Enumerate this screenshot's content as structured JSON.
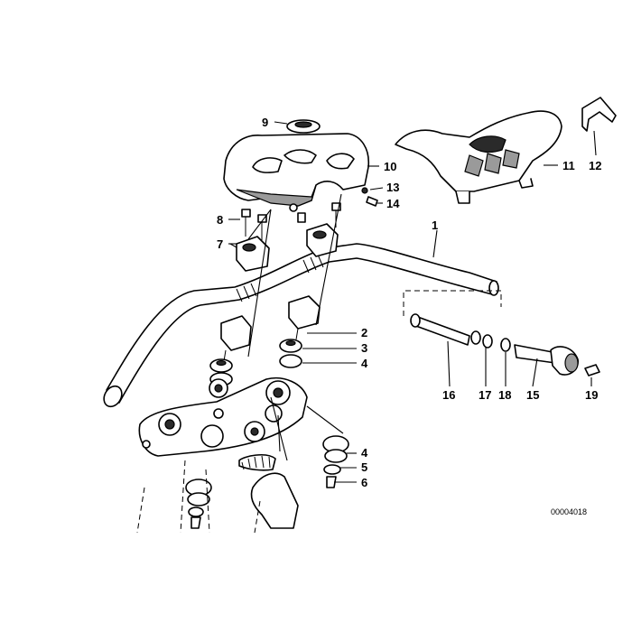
{
  "diagram": {
    "ref_number": "00004018",
    "callouts": {
      "c1": "1",
      "c2": "2",
      "c3": "3",
      "c4a": "4",
      "c4b": "4",
      "c5": "5",
      "c6": "6",
      "c7": "7",
      "c8": "8",
      "c9": "9",
      "c10": "10",
      "c11": "11",
      "c12": "12",
      "c13": "13",
      "c14": "14",
      "c15": "15",
      "c16": "16",
      "c17": "17",
      "c18": "18",
      "c19": "19"
    }
  }
}
